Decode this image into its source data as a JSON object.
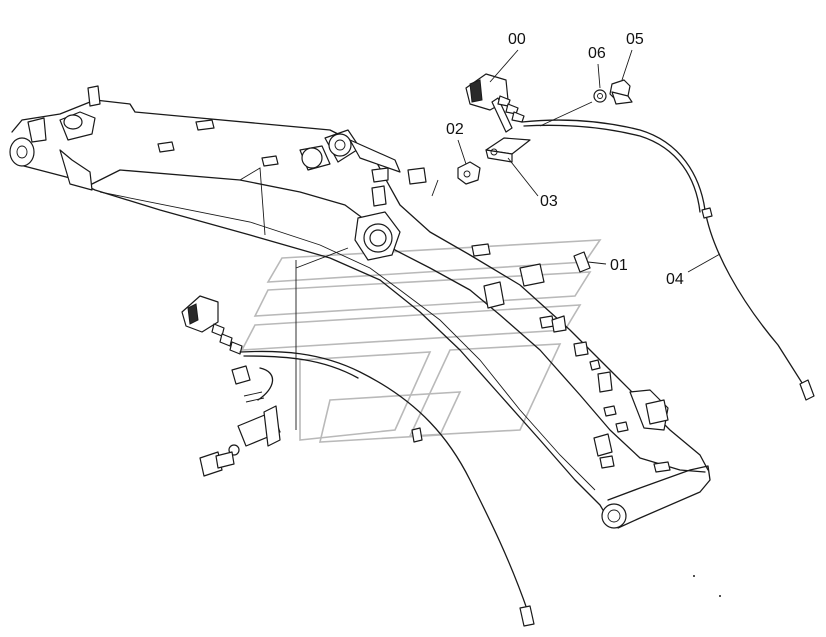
{
  "callouts": [
    {
      "id": "c00",
      "label": "00"
    },
    {
      "id": "c01",
      "label": "01"
    },
    {
      "id": "c02",
      "label": "02"
    },
    {
      "id": "c03",
      "label": "03"
    },
    {
      "id": "c04",
      "label": "04"
    },
    {
      "id": "c05",
      "label": "05"
    },
    {
      "id": "c06",
      "label": "06"
    }
  ],
  "colors": {
    "line": "#1a1a1a",
    "watermark": "#b9b9b9",
    "background": "#ffffff"
  }
}
